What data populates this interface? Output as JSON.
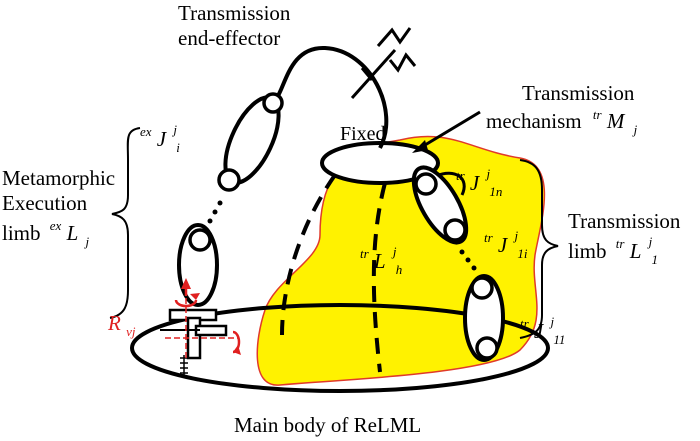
{
  "labels": {
    "end_effector_line1": "Transmission",
    "end_effector_line2": "end-effector",
    "mechanism_line1": "Transmission",
    "mechanism_line2": "mechanism",
    "mechanism_sym_sup": "tr",
    "mechanism_sym": "M",
    "mechanism_sym_sub": "j",
    "fixed": "Fixed",
    "ex_joint_sup": "ex",
    "ex_joint": "J",
    "ex_joint_sub": "i",
    "ex_joint_supr": "j",
    "metamorphic_line1": "Metamorphic",
    "metamorphic_line2": "Execution",
    "metamorphic_line3": "limb",
    "metamorphic_sym_sup": "ex",
    "metamorphic_sym": "L",
    "metamorphic_sym_sub": "j",
    "tr_j1n_sup": "tr",
    "tr_j1n": "J",
    "tr_j1n_sub": "1n",
    "tr_j1n_supr": "j",
    "tr_j1i_sup": "tr",
    "tr_j1i": "J",
    "tr_j1i_sub": "1i",
    "tr_j1i_supr": "j",
    "tr_j11_sup": "tr",
    "tr_j11": "J",
    "tr_j11_sub": "11",
    "tr_j11_supr": "j",
    "tr_lh_sup": "tr",
    "tr_lh": "L",
    "tr_lh_sub": "h",
    "tr_lh_supr": "j",
    "trans_limb_line1": "Transmission",
    "trans_limb_line2": "limb",
    "trans_limb_sup": "tr",
    "trans_limb_sym": "L",
    "trans_limb_sub": "1",
    "trans_limb_supr": "j",
    "rvj": "R",
    "rvj_sub": "vj",
    "main_body": "Main body of ReLML"
  },
  "colors": {
    "region_fill": "#fff200",
    "region_stroke": "#e03a2a",
    "accent_red": "#e02020",
    "ink": "#000000"
  }
}
